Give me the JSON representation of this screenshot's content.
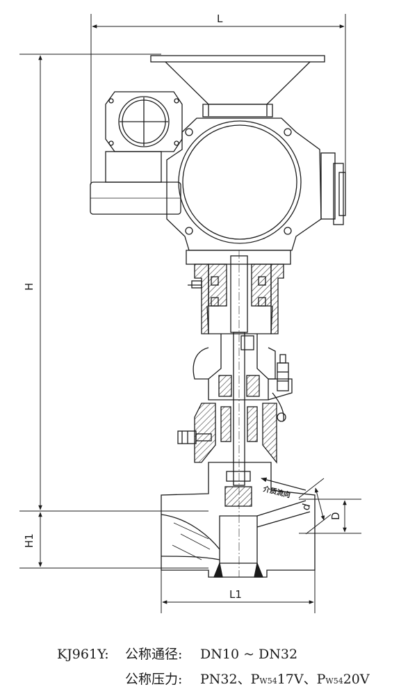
{
  "dimensions": {
    "L": "L",
    "H": "H",
    "H1": "H1",
    "L1": "L1",
    "D": "D",
    "d": "d"
  },
  "flow_label": "介质流向",
  "caption": {
    "model": "KJ961Y:",
    "nominal_diameter_label": "公称通径:",
    "nominal_diameter_value": "DN10 ~ DN32",
    "nominal_pressure_label": "公称压力:",
    "pressure_pn": "PN32、",
    "pressure_p1_main": "P",
    "pressure_p1_sub": "W54",
    "pressure_p1_val": "17V、",
    "pressure_p2_main": "P",
    "pressure_p2_sub": "W54",
    "pressure_p2_val": "20V"
  }
}
